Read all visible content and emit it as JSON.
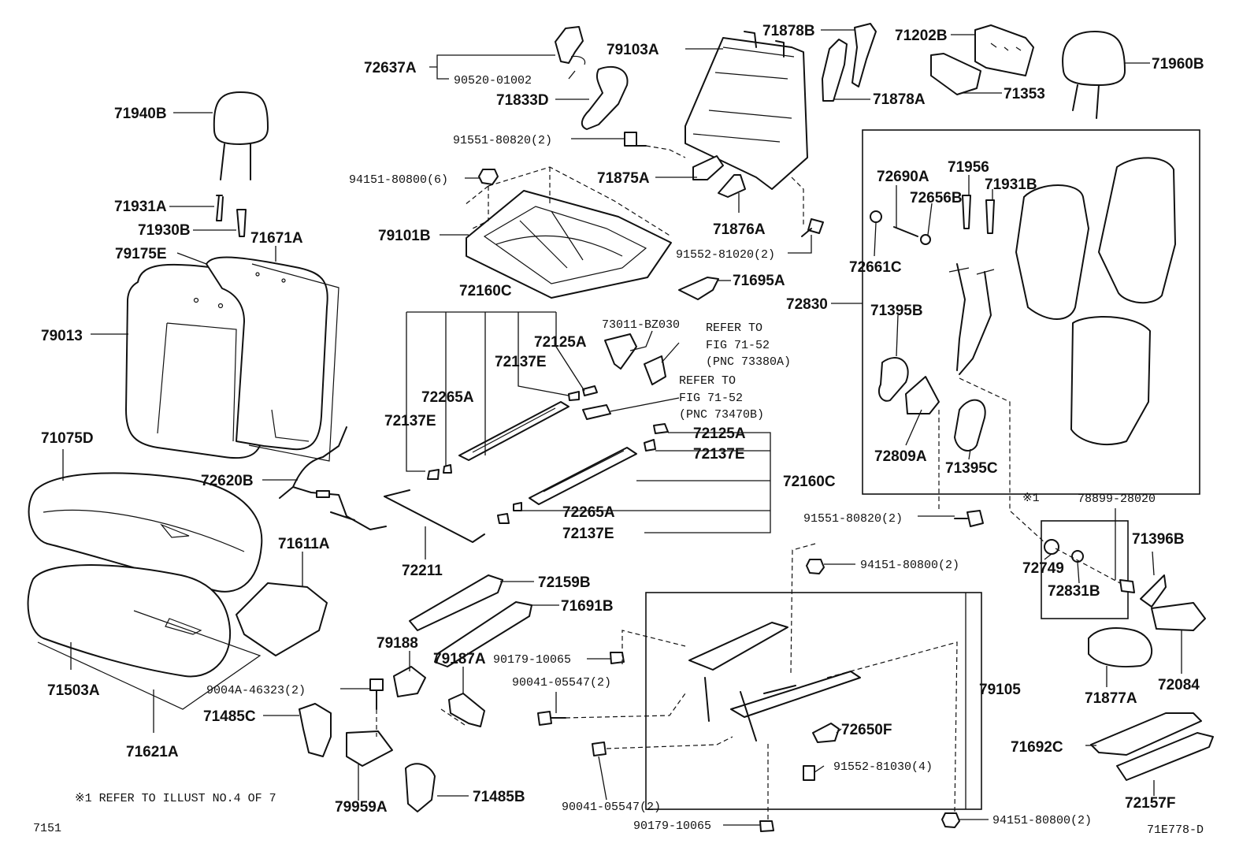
{
  "diagram": {
    "labels": {
      "p71940B": "71940B",
      "p71931A": "71931A",
      "p71930B": "71930B",
      "p79175E": "79175E",
      "p71671A": "71671A",
      "p79013": "79013",
      "p71075D": "71075D",
      "p72620B": "72620B",
      "p71611A": "71611A",
      "p71503A": "71503A",
      "p71621A": "71621A",
      "p9004A": "9004A-46323(2)",
      "p71485C": "71485C",
      "p79959A": "79959A",
      "p71485B": "71485B",
      "p79188": "79188",
      "p79187A": "79187A",
      "p72159B": "72159B",
      "p71691B": "71691B",
      "p72211": "72211",
      "p72637A": "72637A",
      "p90520": "90520-01002",
      "p71833D": "71833D",
      "p91551a": "91551-80820(2)",
      "p94151a": "94151-80800(6)",
      "p79101B": "79101B",
      "p79103A": "79103A",
      "p71875A": "71875A",
      "p71876A": "71876A",
      "p91552a": "91552-81020(2)",
      "p71695A": "71695A",
      "p71878B": "71878B",
      "p71878A": "71878A",
      "p71202B": "71202B",
      "p71353": "71353",
      "p71960B": "71960B",
      "p72160C_top": "72160C",
      "p72125A_top": "72125A",
      "p72137E_top": "72137E",
      "p72265A_top": "72265A",
      "p72137E_left": "72137E",
      "p73011": "73011-BZ030",
      "p72125A_r": "72125A",
      "p72137E_r": "72137E",
      "p72160C_r": "72160C",
      "p72265A_r": "72265A",
      "p72137E_r2": "72137E",
      "p72690A": "72690A",
      "p71956": "71956",
      "p71931B": "71931B",
      "p72656B": "72656B",
      "p72661C": "72661C",
      "p72830": "72830",
      "p71395B": "71395B",
      "p72809A": "72809A",
      "p71395C": "71395C",
      "p91551b": "91551-80820(2)",
      "p94151b": "94151-80800(2)",
      "p90179a": "90179-10065",
      "p90041a": "90041-05547(2)",
      "p79105": "79105",
      "p72650F": "72650F",
      "p91552b": "91552-81030(4)",
      "p90041b": "90041-05547(2)",
      "p90179b": "90179-10065",
      "p94151c": "94151-80800(2)",
      "p78899": "78899-28020",
      "p72749": "72749",
      "p72831B": "72831B",
      "p71396B": "71396B",
      "p72084": "72084",
      "p71877A": "71877A",
      "p71692C": "71692C",
      "p72157F": "72157F",
      "ref1a": "REFER TO",
      "ref1b": "FIG 71-52",
      "ref1c": "(PNC 73380A)",
      "ref2a": "REFER TO",
      "ref2b": "FIG 71-52",
      "ref2c": "(PNC 73470B)",
      "note1": "※1",
      "footnote": "※1 REFER TO ILLUST NO.4 OF 7",
      "page_code": "7151",
      "drawing_code": "71E778-D"
    }
  }
}
